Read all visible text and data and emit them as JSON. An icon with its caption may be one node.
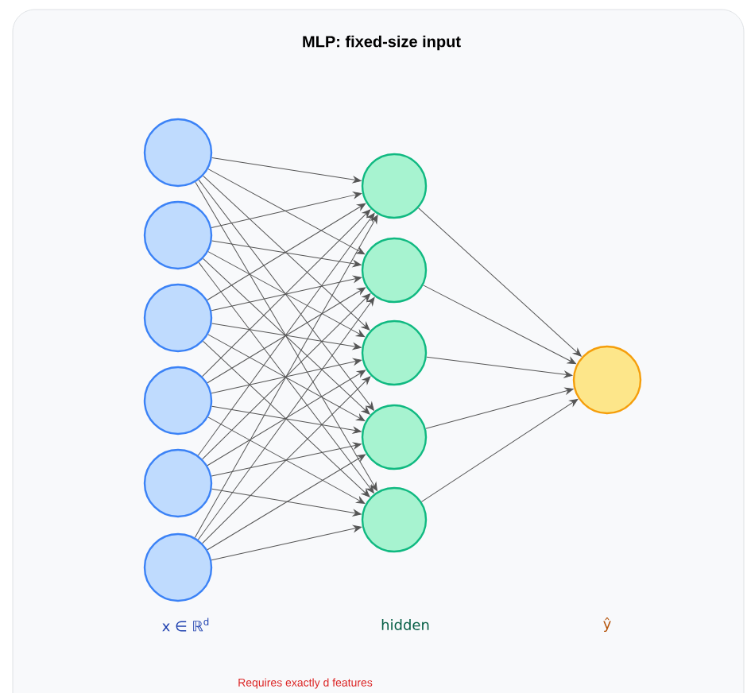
{
  "diagram": {
    "title": "MLP: fixed-size input",
    "nodes": [
      {
        "text": [],
        "shape": "circle"
      },
      {
        "text": [],
        "shape": "circle"
      },
      {
        "text": [],
        "shape": "circle"
      },
      {
        "text": [],
        "shape": "circle"
      },
      {
        "text": [],
        "shape": "circle"
      },
      {
        "text": [],
        "shape": "circle"
      },
      {
        "text": [],
        "shape": "circle"
      },
      {
        "text": [],
        "shape": "circle"
      },
      {
        "text": [],
        "shape": "circle"
      },
      {
        "text": [],
        "shape": "circle"
      },
      {
        "text": [],
        "shape": "circle"
      },
      {
        "text": [],
        "shape": "circle"
      }
    ],
    "edges": [
      {
        "from": 0,
        "to": 6,
        "arrow": "to"
      },
      {
        "from": 0,
        "to": 7,
        "arrow": "to"
      },
      {
        "from": 0,
        "to": 8,
        "arrow": "to"
      },
      {
        "from": 0,
        "to": 9,
        "arrow": "to"
      },
      {
        "from": 0,
        "to": 10,
        "arrow": "to"
      },
      {
        "from": 1,
        "to": 6,
        "arrow": "to"
      },
      {
        "from": 1,
        "to": 7,
        "arrow": "to"
      },
      {
        "from": 1,
        "to": 8,
        "arrow": "to"
      },
      {
        "from": 1,
        "to": 9,
        "arrow": "to"
      },
      {
        "from": 1,
        "to": 10,
        "arrow": "to"
      },
      {
        "from": 2,
        "to": 6,
        "arrow": "to"
      },
      {
        "from": 2,
        "to": 7,
        "arrow": "to"
      },
      {
        "from": 2,
        "to": 8,
        "arrow": "to"
      },
      {
        "from": 2,
        "to": 9,
        "arrow": "to"
      },
      {
        "from": 2,
        "to": 10,
        "arrow": "to"
      },
      {
        "from": 3,
        "to": 6,
        "arrow": "to"
      },
      {
        "from": 3,
        "to": 7,
        "arrow": "to"
      },
      {
        "from": 3,
        "to": 8,
        "arrow": "to"
      },
      {
        "from": 3,
        "to": 9,
        "arrow": "to"
      },
      {
        "from": 3,
        "to": 10,
        "arrow": "to"
      },
      {
        "from": 4,
        "to": 6,
        "arrow": "to"
      },
      {
        "from": 4,
        "to": 7,
        "arrow": "to"
      },
      {
        "from": 4,
        "to": 8,
        "arrow": "to"
      },
      {
        "from": 4,
        "to": 9,
        "arrow": "to"
      },
      {
        "from": 4,
        "to": 10,
        "arrow": "to"
      },
      {
        "from": 5,
        "to": 6,
        "arrow": "to"
      },
      {
        "from": 5,
        "to": 7,
        "arrow": "to"
      },
      {
        "from": 5,
        "to": 8,
        "arrow": "to"
      },
      {
        "from": 5,
        "to": 9,
        "arrow": "to"
      },
      {
        "from": 5,
        "to": 10,
        "arrow": "to"
      },
      {
        "from": 6,
        "to": 11,
        "arrow": "to"
      },
      {
        "from": 7,
        "to": 11,
        "arrow": "to"
      },
      {
        "from": 8,
        "to": 11,
        "arrow": "to"
      },
      {
        "from": 9,
        "to": 11,
        "arrow": "to"
      },
      {
        "from": 10,
        "to": 11,
        "arrow": "to"
      }
    ],
    "labels": [
      "x ∈ ℝ$^{d}$",
      "hidden",
      "ŷ",
      "Requires exactly d features"
    ]
  }
}
